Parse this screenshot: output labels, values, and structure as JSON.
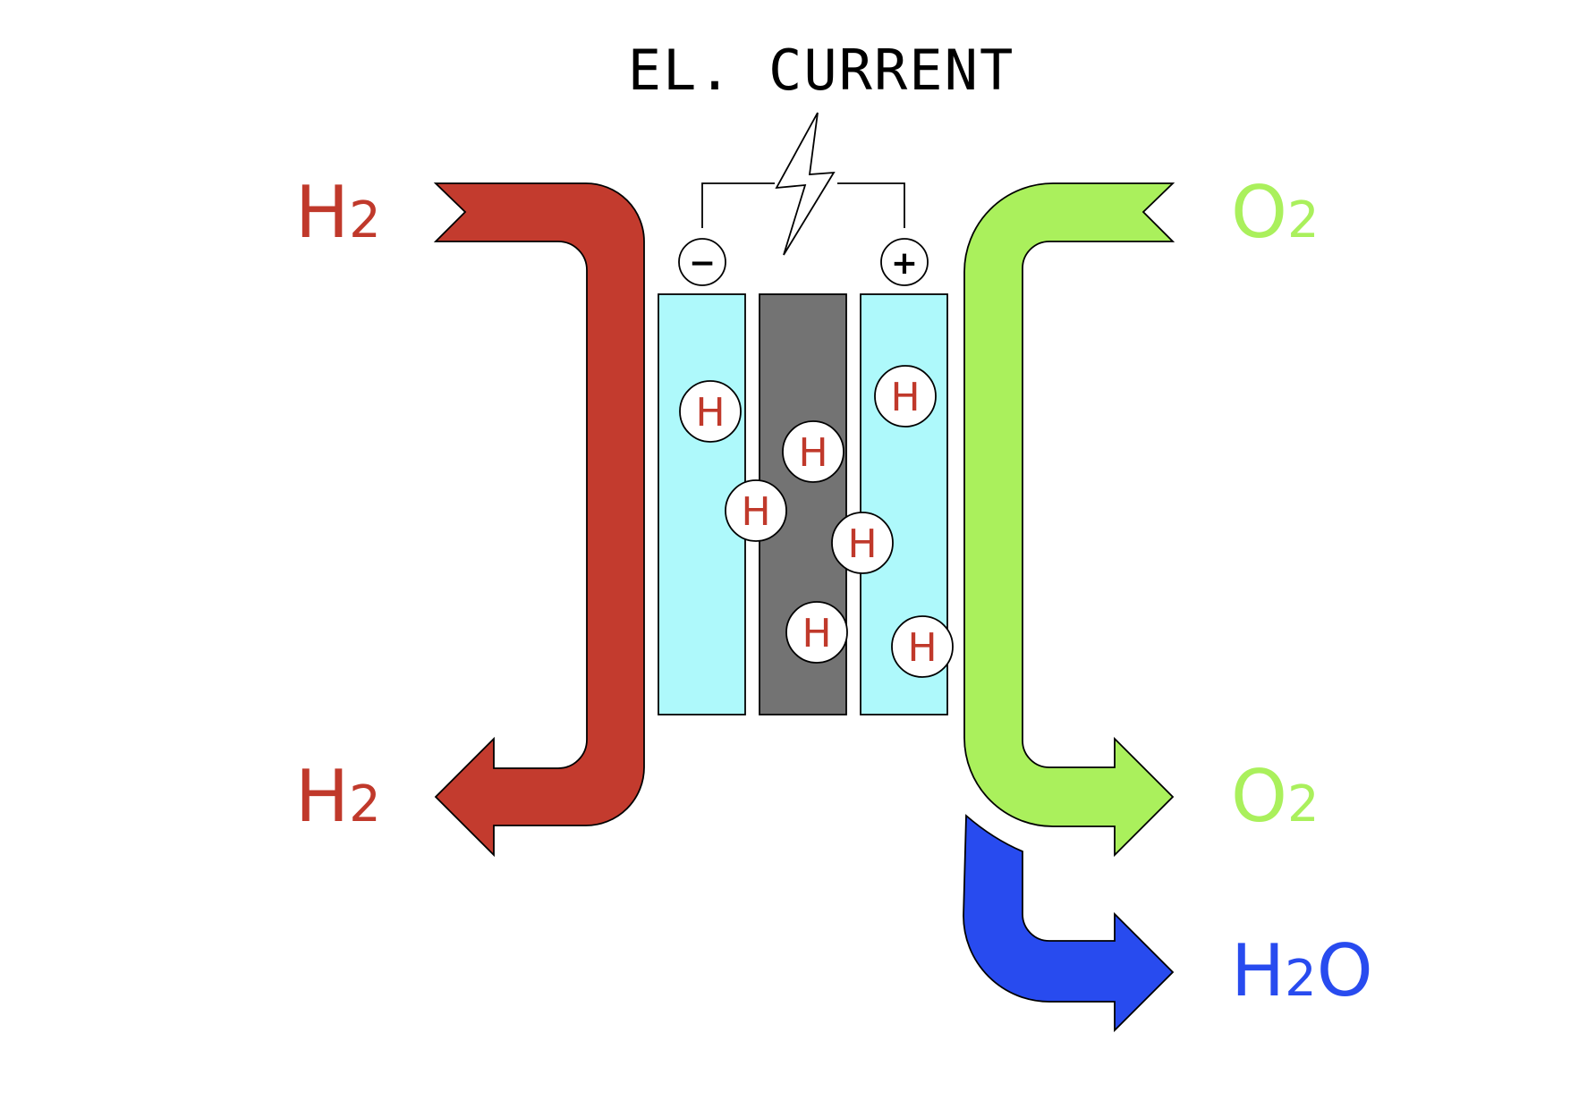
{
  "title": "EL. CURRENT",
  "labels": {
    "h2_in": {
      "main": "H",
      "sub": "2",
      "color": "#c0392b"
    },
    "h2_out": {
      "main": "H",
      "sub": "2",
      "color": "#c0392b"
    },
    "o2_in": {
      "main": "O",
      "sub": "2",
      "color": "#aaf05c"
    },
    "o2_out": {
      "main": "O",
      "sub": "2",
      "color": "#aaf05c"
    },
    "h2o_out": {
      "main": "H",
      "sub": "2",
      "tail": "O",
      "color": "#284bef"
    }
  },
  "terminals": {
    "negative": "−",
    "positive": "+"
  },
  "atom_symbol": "H",
  "colors": {
    "hydrogen_arrow": "#c33b2e",
    "oxygen_arrow": "#aaf05c",
    "water_arrow": "#284bef",
    "electrode": "#aef9fb",
    "electrolyte": "#737373",
    "atom_text": "#c0392b"
  },
  "icons": [
    "lightning-bolt-icon",
    "minus-icon",
    "plus-icon"
  ]
}
